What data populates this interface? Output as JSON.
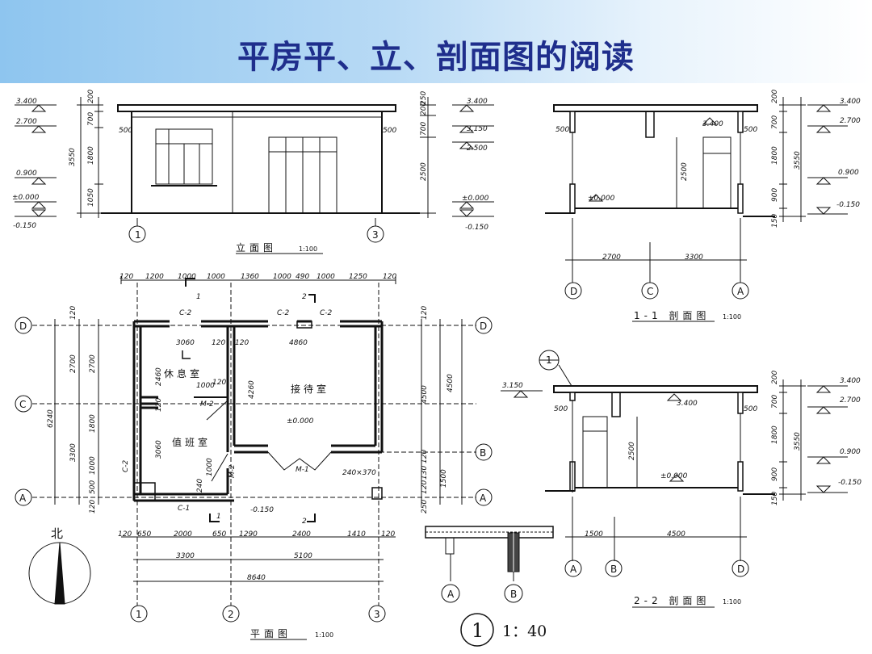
{
  "title": "平房平、立、剖面图的阅读",
  "elevation": {
    "caption": "立面图",
    "scale": "1:100",
    "levels_left": [
      "3.400",
      "2.700",
      "0.900",
      "±0.000",
      "-0.150"
    ],
    "levels_right": [
      "3.400",
      "3.150",
      "2.500",
      "±0.000",
      "-0.150"
    ],
    "dims_left": [
      "200",
      "700",
      "1800",
      "1050",
      "3550"
    ],
    "dims_right": [
      "250",
      "200",
      "700",
      "2500"
    ],
    "side_500": "500",
    "axes": [
      "1",
      "3"
    ]
  },
  "section11": {
    "caption": "1-1 剖面图",
    "scale": "1:100",
    "levels_left": [
      "±0.000"
    ],
    "levels_right": [
      "3.400",
      "2.700",
      "0.900",
      "-0.150"
    ],
    "inner_level": "3.400",
    "dims_right": [
      "200",
      "700",
      "1800",
      "900",
      "150",
      "3550"
    ],
    "door_height": "2500",
    "side_500": "500",
    "bottom_dims": [
      "2700",
      "3300"
    ],
    "axes": [
      "D",
      "C",
      "A"
    ]
  },
  "section22": {
    "caption": "2-2 剖面图",
    "scale": "1:100",
    "callout": "1",
    "left_level": "3.150",
    "inner_levels": [
      "3.400",
      "±0.000"
    ],
    "levels_right": [
      "3.400",
      "2.700",
      "0.900",
      "-0.150"
    ],
    "dims_right": [
      "200",
      "700",
      "1800",
      "900",
      "150",
      "3550"
    ],
    "door_height": "2500",
    "side_500": "500",
    "bottom_dims": [
      "1500",
      "4500"
    ],
    "axes": [
      "A",
      "B",
      "D"
    ]
  },
  "plan": {
    "caption": "平面图",
    "scale": "1:100",
    "north": "北",
    "top_dims": [
      "120",
      "1200",
      "1000",
      "1000",
      "1360",
      "1000",
      "490",
      "1000",
      "1250",
      "120"
    ],
    "bottom_dims": [
      "120",
      "650",
      "2000",
      "650",
      "1290",
      "2400",
      "1410",
      "120"
    ],
    "span_dims": [
      "3300",
      "5100"
    ],
    "total_dim": "8640",
    "left_dims": [
      "120",
      "2700",
      "1800",
      "3300",
      "1000",
      "500",
      "120",
      "6240"
    ],
    "right_dims": [
      "120",
      "4500",
      "120",
      "130",
      "1500",
      "120",
      "250",
      "4500"
    ],
    "rooms": [
      {
        "name": "休息室",
        "dim_w": "3060",
        "dim_h": "2460"
      },
      {
        "name": "值班室",
        "dim_h": "3060"
      },
      {
        "name": "接待室",
        "dim_w": "4860",
        "dim_h": "4260",
        "level": "±0.000"
      }
    ],
    "windows": [
      "C-2",
      "C-2",
      "C-2",
      "C-1",
      "C-2"
    ],
    "doors": [
      "M-2",
      "M-2",
      "M-1"
    ],
    "misc": [
      "120",
      "120",
      "1000",
      "120",
      "240",
      "1000",
      "120"
    ],
    "outside_level": "-0.150",
    "pier": "240×370",
    "sections": [
      "1",
      "1",
      "2",
      "2"
    ],
    "axes_v": [
      "1",
      "2",
      "3"
    ],
    "axes_h": [
      "D",
      "C",
      "B",
      "A"
    ]
  },
  "detail": {
    "callout": "1",
    "scale": "1：40",
    "axes": [
      "A",
      "B"
    ]
  }
}
